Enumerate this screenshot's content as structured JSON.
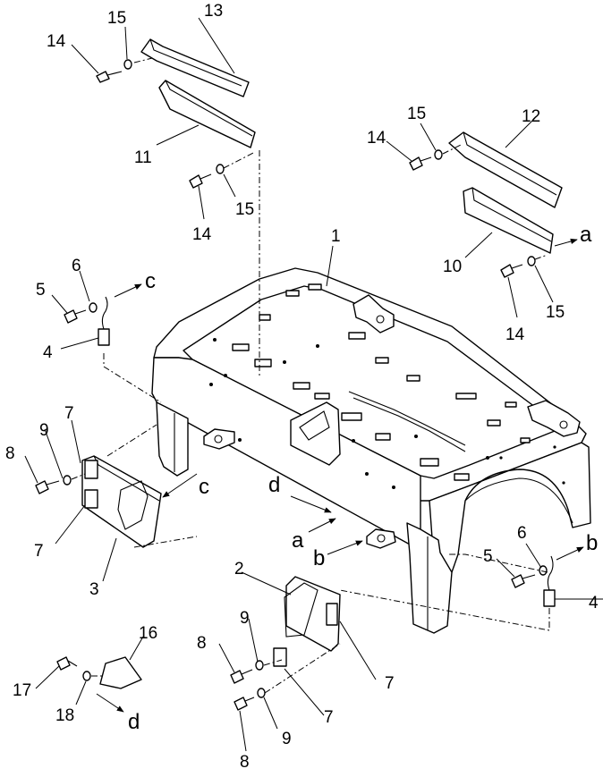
{
  "labels": {
    "p1": "1",
    "p2": "2",
    "p3": "3",
    "p4a": "4",
    "p4b": "4",
    "p5a": "5",
    "p5b": "5",
    "p6a": "6",
    "p6b": "6",
    "p7a": "7",
    "p7b": "7",
    "p7c": "7",
    "p7d": "7",
    "p8a": "8",
    "p8b": "8",
    "p8c": "8",
    "p9a": "9",
    "p9b": "9",
    "p9c": "9",
    "p10": "10",
    "p11": "11",
    "p12": "12",
    "p13": "13",
    "p14a": "14",
    "p14b": "14",
    "p14c": "14",
    "p14d": "14",
    "p15a": "15",
    "p15b": "15",
    "p15c": "15",
    "p15d": "15",
    "p16": "16",
    "p17": "17",
    "p18": "18"
  },
  "refs": {
    "a1": "a",
    "a2": "a",
    "b1": "b",
    "b2": "b",
    "c1": "c",
    "c2": "c",
    "d1": "d",
    "d2": "d"
  }
}
